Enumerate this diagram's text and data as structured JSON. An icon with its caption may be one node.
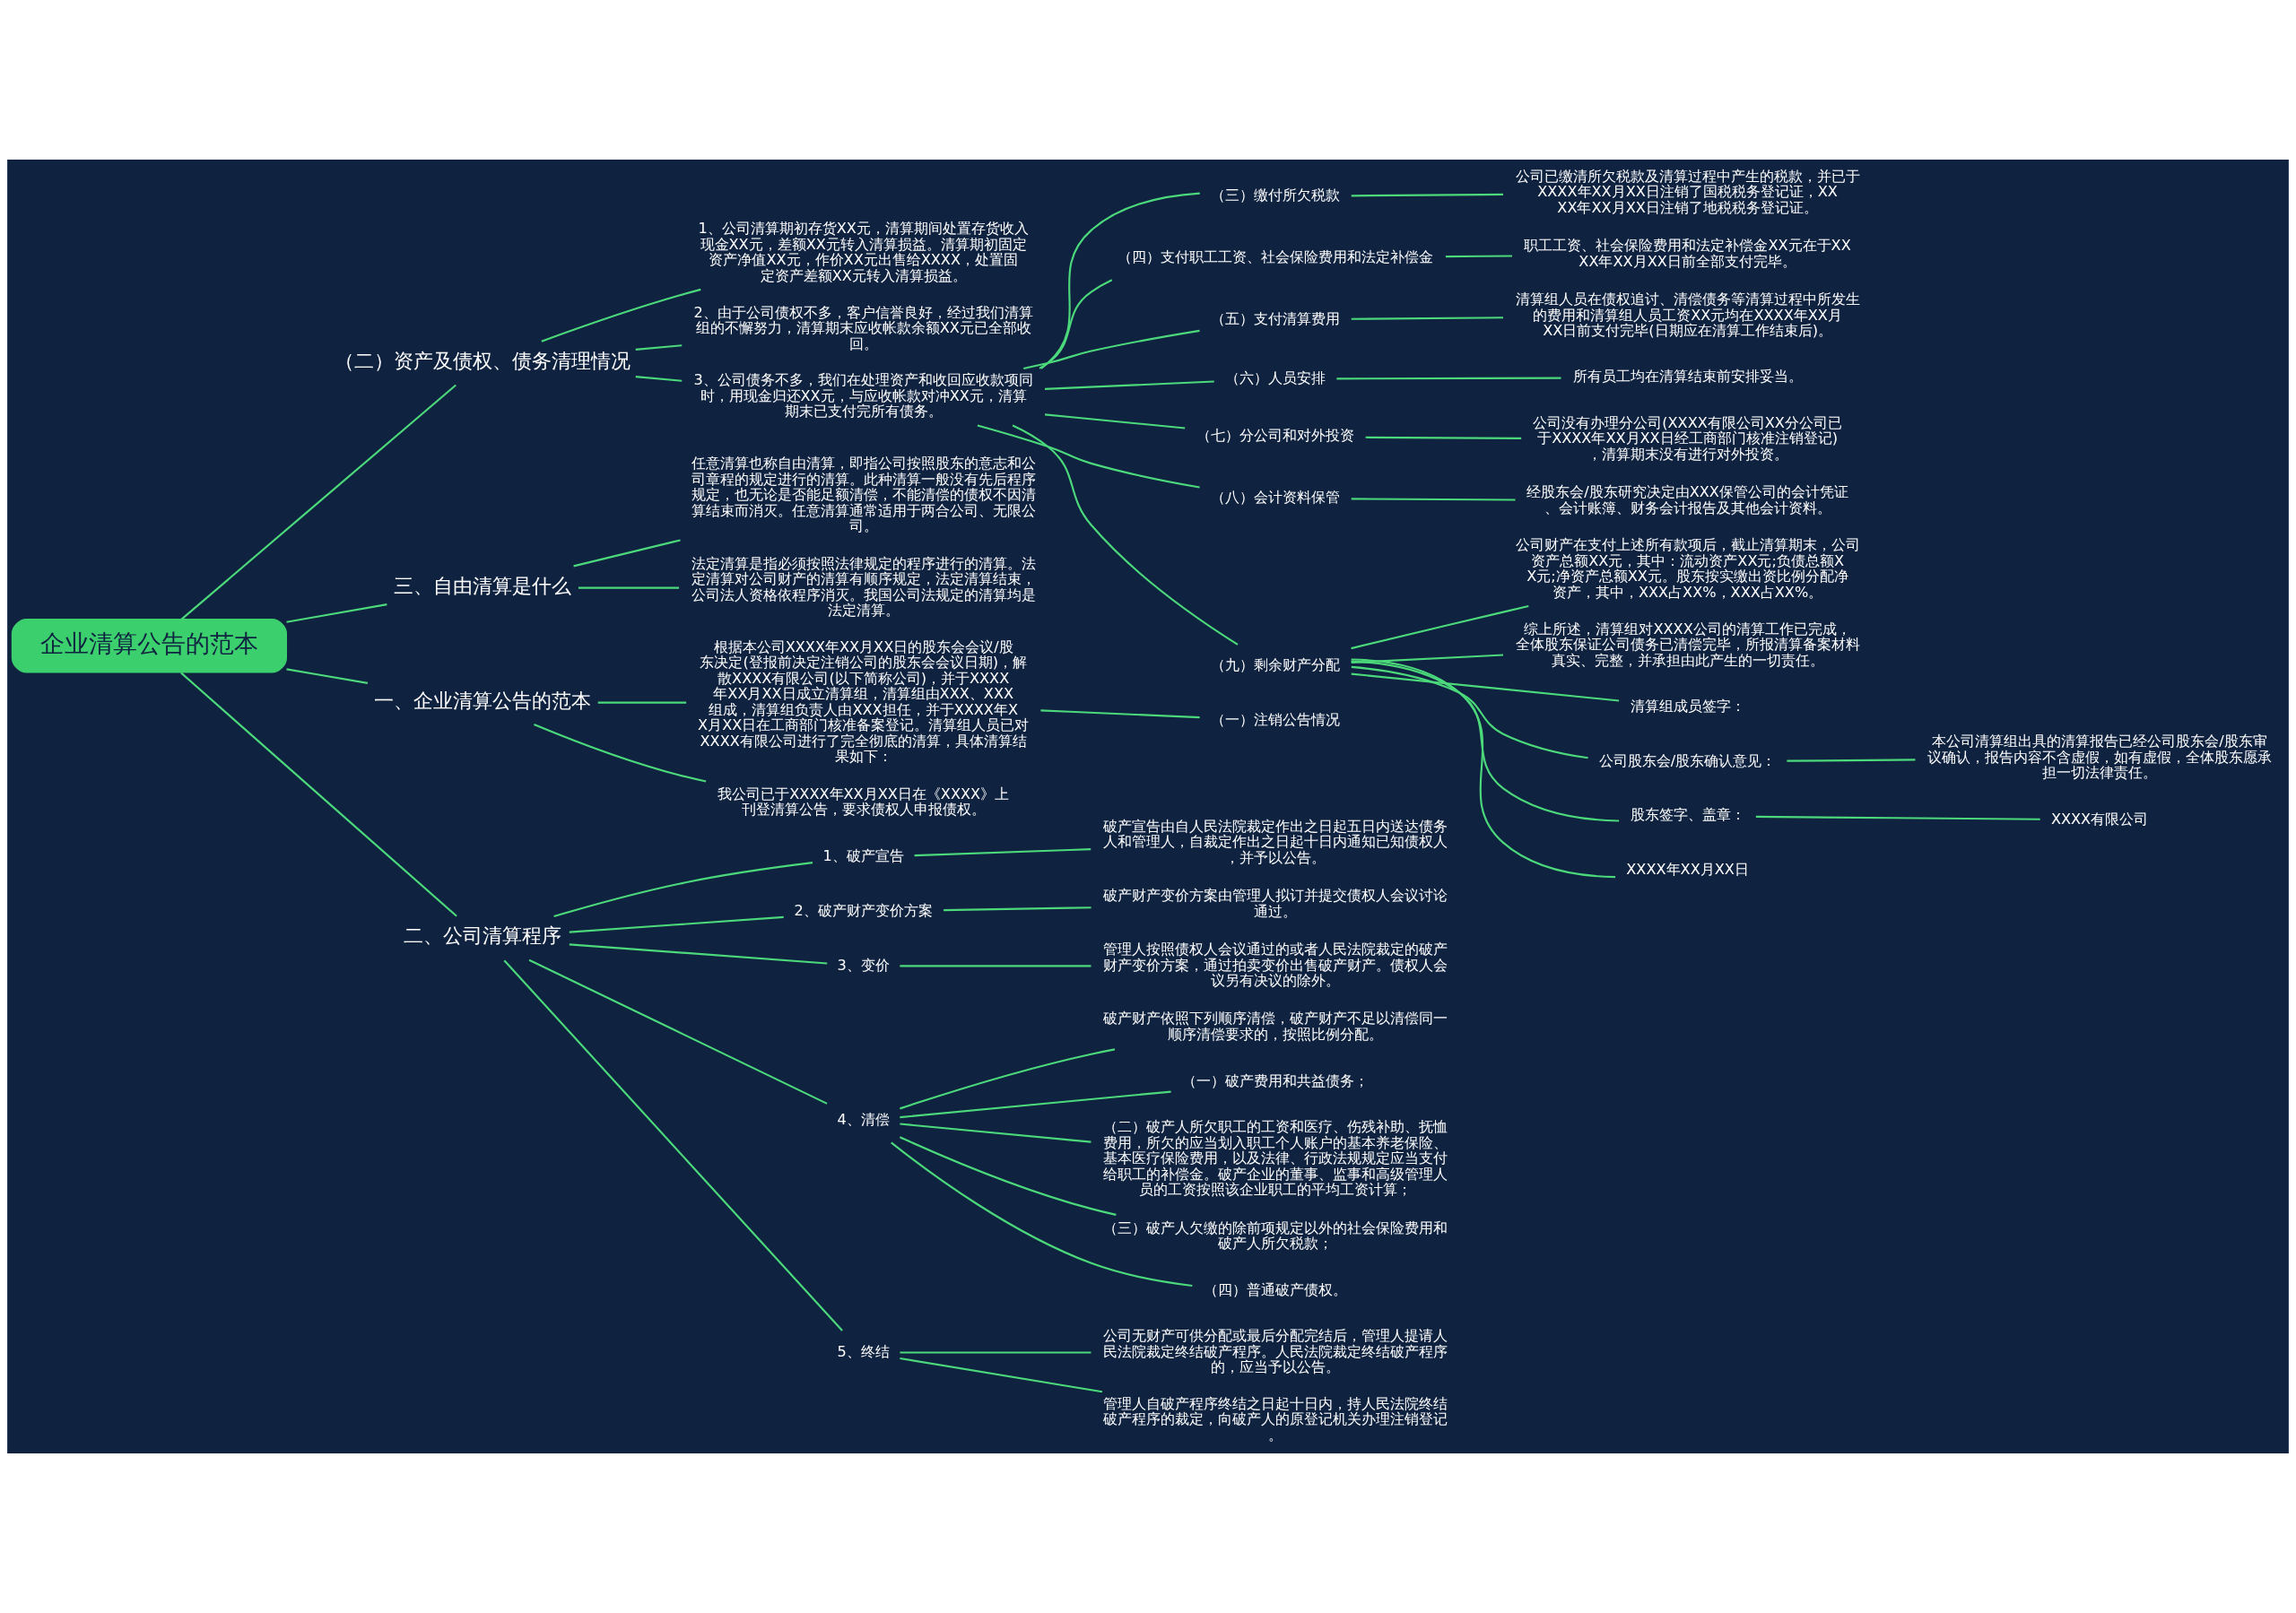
{
  "diagram": {
    "nodes": [
      {
        "text": [
          "企业清算公告的范本"
        ]
      },
      {
        "text": [
          "（二）资产及债权、债务清理情况"
        ]
      },
      {
        "text": [
          "1、公司清算期初存货XX元，清算期间处置存货收入现金XX元，差额XX元转入清算损益。清算期初固定资产净值XX元，作价XX元出售给XXXX，处置固定资产差额XX元转入清算损益。"
        ]
      },
      {
        "text": [
          "2、由于公司债权不多，客户信誉良好，经过我们清算组的不懈努力，清算期末应收帐款余额XX元已全部收回。"
        ]
      },
      {
        "text": [
          "3、公司债务不多，我们在处理资产和收回应收款项同时，用现金归还XX元，与应收帐款对冲XX元，清算期末已支付完所有债务。"
        ]
      },
      {
        "text": [
          "（三）缴付所欠税款"
        ]
      },
      {
        "text": [
          "公司已缴清所欠税款及清算过程中产生的税款，并已于XXXX年XX月XX日注销了国税税务登记证，XXXX年XX月XX日注销了地税税务登记证。"
        ]
      },
      {
        "text": [
          "（四）支付职工工资、社会保险费用和法定补偿金"
        ]
      },
      {
        "text": [
          "职工工资、社会保险费用和法定补偿金XX元在于XXXX年XX月XX日前全部支付完毕。"
        ]
      },
      {
        "text": [
          "（五）支付清算费用"
        ]
      },
      {
        "text": [
          "清算组人员在债权追讨、清偿债务等清算过程中所发生的费用和清算组人员工资XX元均在XXXX年XX月XX日前支付完毕(日期应在清算工作结束后)。"
        ]
      },
      {
        "text": [
          "（六）人员安排"
        ]
      },
      {
        "text": [
          "所有员工均在清算结束前安排妥当。"
        ]
      },
      {
        "text": [
          "（七）分公司和对外投资"
        ]
      },
      {
        "text": [
          "公司没有办理分公司(XXXX有限公司XX分公司已于XXXX年XX月XX日经工商部门核准注销登记)，清算期末没有进行对外投资。"
        ]
      },
      {
        "text": [
          "（八）会计资料保管"
        ]
      },
      {
        "text": [
          "经股东会/股东研究决定由XXX保管公司的会计凭证、会计账簿、财务会计报告及其他会计资料。"
        ]
      },
      {
        "text": [
          "（九）剩余财产分配"
        ]
      },
      {
        "text": [
          "公司财产在支付上述所有款项后，截止清算期末，公司资产总额XX元，其中：流动资产XX元;负债总额XX元;净资产总额XX元。股东按实缴出资比例分配净资产，其中，XXX占XX%，XXX占XX%。"
        ]
      },
      {
        "text": [
          "综上所述，清算组对XXXX公司的清算工作已完成，全体股东保证公司债务已清偿完毕，所报清算备案材料真实、完整，并承担由此产生的一切责任。"
        ]
      },
      {
        "text": [
          "清算组成员签字："
        ]
      },
      {
        "text": [
          "公司股东会/股东确认意见："
        ]
      },
      {
        "text": [
          "本公司清算组出具的清算报告已经公司股东会/股东审议确认，报告内容不含虚假，如有虚假，全体股东愿承担一切法律责任。"
        ]
      },
      {
        "text": [
          "股东签字、盖章："
        ]
      },
      {
        "text": [
          "XXXX有限公司"
        ]
      },
      {
        "text": [
          "XXXX年XX月XX日"
        ]
      },
      {
        "text": [
          "三、自由清算是什么"
        ]
      },
      {
        "text": [
          "任意清算也称自由清算，即指公司按照股东的意志和公司章程的规定进行的清算。此种清算一般没有先后程序规定，也无论是否能足额清偿，不能清偿的债权不因清算结束而消灭。任意清算通常适用于两合公司、无限公司。"
        ]
      },
      {
        "text": [
          "法定清算是指必须按照法律规定的程序进行的清算。法定清算对公司财产的清算有顺序规定，法定清算结束，公司法人资格依程序消灭。我国公司法规定的清算均是法定清算。"
        ]
      },
      {
        "text": [
          "一、企业清算公告的范本"
        ]
      },
      {
        "text": [
          "根据本公司XXXX年XX月XX日的股东会会议/股东决定(登报前决定注销公司的股东会会议日期)，解散XXXX有限公司(以下简称公司)，并于XXXX年XX月XX日成立清算组，清算组由XXX、XXX组成，清算组负责人由XXX担任，并于XXXX年XX月XX日在工商部门核准备案登记。清算组人员已对XXXX有限公司进行了完全彻底的清算，具体清算结果如下："
        ]
      },
      {
        "text": [
          "（一）注销公告情况"
        ]
      },
      {
        "text": [
          "我公司已于XXXX年XX月XX日在《XXXX》上刊登清算公告，要求债权人申报债权。"
        ]
      },
      {
        "text": [
          "二、公司清算程序"
        ]
      },
      {
        "text": [
          "1、破产宣告"
        ]
      },
      {
        "text": [
          "破产宣告由自人民法院裁定作出之日起五日内送达债务人和管理人，自裁定作出之日起十日内通知已知债权人，并予以公告。"
        ]
      },
      {
        "text": [
          "2、破产财产变价方案"
        ]
      },
      {
        "text": [
          "破产财产变价方案由管理人拟订并提交债权人会议讨论通过。"
        ]
      },
      {
        "text": [
          "3、变价"
        ]
      },
      {
        "text": [
          "管理人按照债权人会议通过的或者人民法院裁定的破产财产变价方案，通过拍卖变价出售破产财产。债权人会议另有决议的除外。"
        ]
      },
      {
        "text": [
          "4、清偿"
        ]
      },
      {
        "text": [
          "破产财产依照下列顺序清偿，破产财产不足以清偿同一顺序清偿要求的，按照比例分配。"
        ]
      },
      {
        "text": [
          "（一）破产费用和共益债务；"
        ]
      },
      {
        "text": [
          "（二）破产人所欠职工的工资和医疗、伤残补助、抚恤费用，所欠的应当划入职工个人账户的基本养老保险、基本医疗保险费用，以及法律、行政法规规定应当支付给职工的补偿金。破产企业的董事、监事和高级管理人员的工资按照该企业职工的平均工资计算；"
        ]
      },
      {
        "text": [
          "（三）破产人欠缴的除前项规定以外的社会保险费用和破产人所欠税款；"
        ]
      },
      {
        "text": [
          "（四）普通破产债权。"
        ]
      },
      {
        "text": [
          "5、终结"
        ]
      },
      {
        "text": [
          "公司无财产可供分配或最后分配完结后，管理人提请人民法院裁定终结破产程序。人民法院裁定终结破产程序的，应当予以公告。"
        ]
      },
      {
        "text": [
          "管理人自破产程序终结之日起十日内，持人民法院终结破产程序的裁定，向破产人的原登记机关办理注销登记。"
        ]
      }
    ],
    "edges": [
      {
        "from": 0,
        "to": 1,
        "arrow": "none"
      },
      {
        "from": 1,
        "to": 2,
        "arrow": "none"
      },
      {
        "from": 1,
        "to": 3,
        "arrow": "none"
      },
      {
        "from": 1,
        "to": 4,
        "arrow": "none"
      },
      {
        "from": 4,
        "to": 5,
        "arrow": "none"
      },
      {
        "from": 5,
        "to": 6,
        "arrow": "none"
      },
      {
        "from": 4,
        "to": 7,
        "arrow": "none"
      },
      {
        "from": 7,
        "to": 8,
        "arrow": "none"
      },
      {
        "from": 4,
        "to": 9,
        "arrow": "none"
      },
      {
        "from": 9,
        "to": 10,
        "arrow": "none"
      },
      {
        "from": 4,
        "to": 11,
        "arrow": "none"
      },
      {
        "from": 11,
        "to": 12,
        "arrow": "none"
      },
      {
        "from": 4,
        "to": 13,
        "arrow": "none"
      },
      {
        "from": 13,
        "to": 14,
        "arrow": "none"
      },
      {
        "from": 4,
        "to": 15,
        "arrow": "none"
      },
      {
        "from": 15,
        "to": 16,
        "arrow": "none"
      },
      {
        "from": 4,
        "to": 17,
        "arrow": "none"
      },
      {
        "from": 17,
        "to": 18,
        "arrow": "none"
      },
      {
        "from": 17,
        "to": 19,
        "arrow": "none"
      },
      {
        "from": 17,
        "to": 20,
        "arrow": "none"
      },
      {
        "from": 17,
        "to": 21,
        "arrow": "none"
      },
      {
        "from": 21,
        "to": 22,
        "arrow": "none"
      },
      {
        "from": 17,
        "to": 23,
        "arrow": "none"
      },
      {
        "from": 23,
        "to": 24,
        "arrow": "none"
      },
      {
        "from": 17,
        "to": 25,
        "arrow": "none"
      },
      {
        "from": 0,
        "to": 26,
        "arrow": "none"
      },
      {
        "from": 26,
        "to": 27,
        "arrow": "none"
      },
      {
        "from": 26,
        "to": 28,
        "arrow": "none"
      },
      {
        "from": 0,
        "to": 29,
        "arrow": "none"
      },
      {
        "from": 29,
        "to": 30,
        "arrow": "none"
      },
      {
        "from": 30,
        "to": 31,
        "arrow": "none"
      },
      {
        "from": 29,
        "to": 32,
        "arrow": "none"
      },
      {
        "from": 0,
        "to": 33,
        "arrow": "none"
      },
      {
        "from": 33,
        "to": 34,
        "arrow": "none"
      },
      {
        "from": 34,
        "to": 35,
        "arrow": "none"
      },
      {
        "from": 33,
        "to": 36,
        "arrow": "none"
      },
      {
        "from": 36,
        "to": 37,
        "arrow": "none"
      },
      {
        "from": 33,
        "to": 38,
        "arrow": "none"
      },
      {
        "from": 38,
        "to": 39,
        "arrow": "none"
      },
      {
        "from": 33,
        "to": 40,
        "arrow": "none"
      },
      {
        "from": 40,
        "to": 41,
        "arrow": "none"
      },
      {
        "from": 40,
        "to": 42,
        "arrow": "none"
      },
      {
        "from": 40,
        "to": 43,
        "arrow": "none"
      },
      {
        "from": 40,
        "to": 44,
        "arrow": "none"
      },
      {
        "from": 40,
        "to": 45,
        "arrow": "none"
      },
      {
        "from": 33,
        "to": 46,
        "arrow": "none"
      },
      {
        "from": 46,
        "to": 47,
        "arrow": "none"
      },
      {
        "from": 46,
        "to": 48,
        "arrow": "none"
      }
    ]
  }
}
